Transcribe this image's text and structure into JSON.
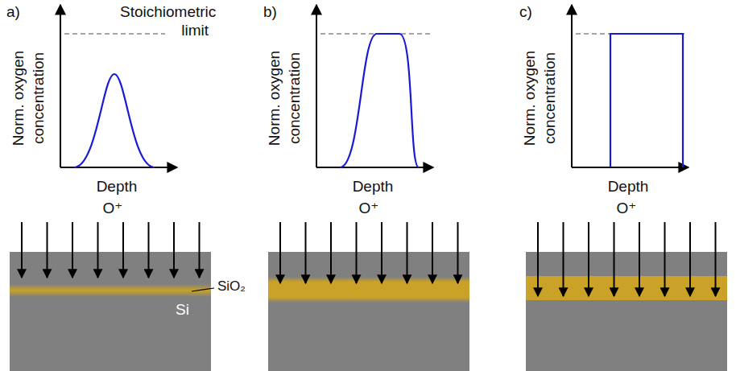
{
  "diagram": {
    "labels": [
      "a)",
      "Norm. oxygen concentration",
      "Depth",
      "Stoichiometric limit",
      "O⁺",
      "SiO₂",
      "Si",
      "b)",
      "Norm. oxygen concentration",
      "Depth",
      "O⁺",
      "c)",
      "Norm. oxygen concentration",
      "Depth",
      "O⁺"
    ]
  }
}
